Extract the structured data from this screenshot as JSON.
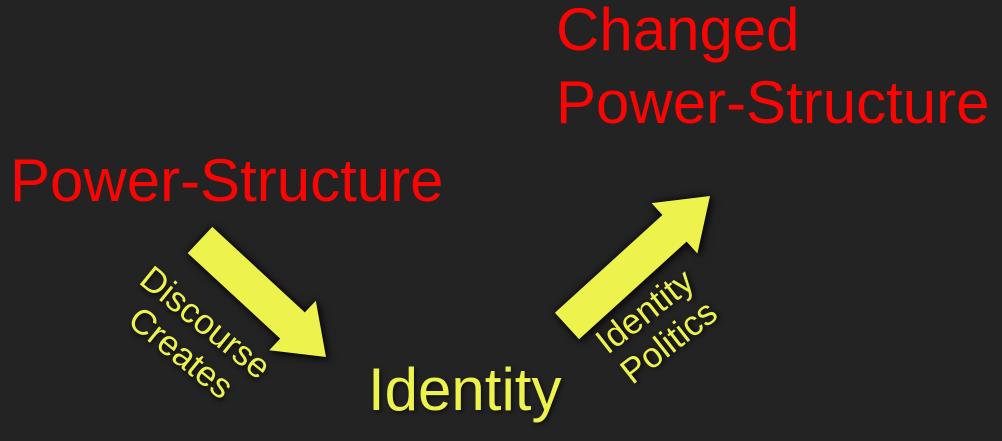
{
  "colors": {
    "background": "#232323",
    "red": "#fb0404",
    "yellow": "#edf24c"
  },
  "nodes": {
    "power_structure": {
      "label": "Power-Structure",
      "color": "#fb0404"
    },
    "changed_power_structure": {
      "line1": "Changed",
      "line2": "Power-Structure",
      "color": "#fb0404"
    },
    "identity": {
      "label": "Identity",
      "color": "#edf24c"
    }
  },
  "arrows": {
    "discourse_creates": {
      "line1": "Discourse",
      "line2": "Creates",
      "from": "Power-Structure",
      "to": "Identity",
      "direction": "down-right",
      "color": "#edf24c"
    },
    "identity_politics": {
      "line1": "Identity",
      "line2": "Politics",
      "from": "Identity",
      "to": "Changed Power-Structure",
      "direction": "up-right",
      "color": "#edf24c"
    }
  }
}
